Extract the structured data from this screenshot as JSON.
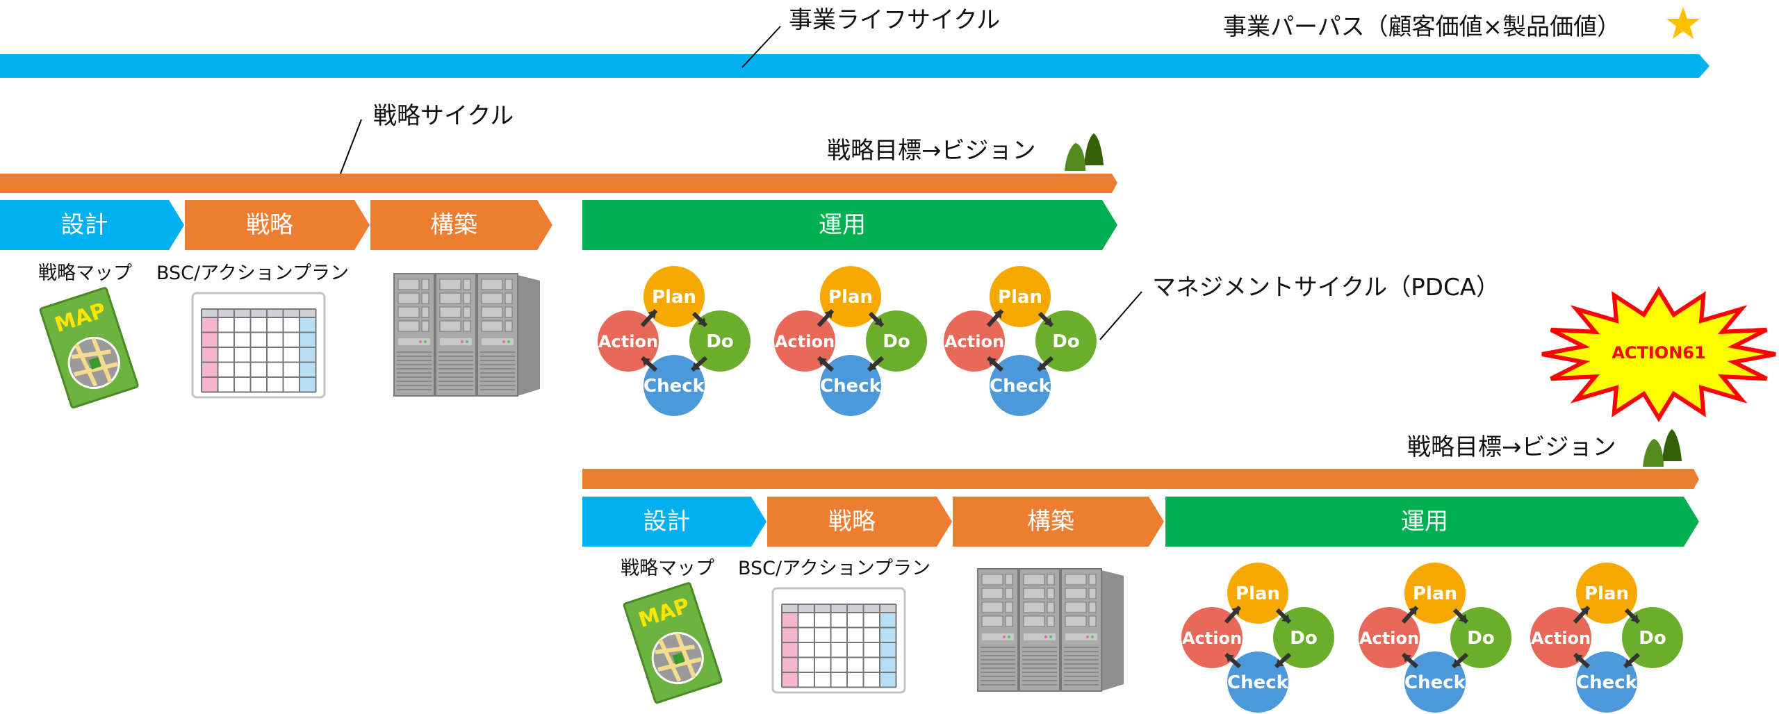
{
  "colors": {
    "lifecycle_blue": "#00B0F0",
    "strategy_orange": "#ED7D31",
    "operation_green": "#00B050",
    "star_gold": "#FFC000",
    "mountain_light": "#538B1E",
    "mountain_dark": "#336107",
    "burst_fill": "#FFFF00",
    "burst_stroke": "#FF0000",
    "pdca_plan": "#F5A800",
    "pdca_do": "#6AAE2C",
    "pdca_check": "#4C98D9",
    "pdca_action": "#E8695A"
  },
  "business_lifecycle": {
    "label": "事業ライフサイクル",
    "purpose_label": "事業パーパス（顧客価値×製品価値）",
    "star_icon": "star-icon"
  },
  "strategy_cycle": {
    "label": "戦略サイクル"
  },
  "management_cycle": {
    "label": "マネジメントサイクル（PDCA）"
  },
  "burst": {
    "text": "ACTION61"
  },
  "cycles": [
    {
      "vision_label": "戦略目標→ビジョン",
      "phases": [
        {
          "label": "設計",
          "color": "blue"
        },
        {
          "label": "戦略",
          "color": "orange"
        },
        {
          "label": "構築",
          "color": "orange"
        },
        {
          "label": "運用",
          "color": "green"
        }
      ],
      "artifacts": [
        {
          "label": "戦略マップ",
          "icon": "map-book-icon",
          "book_text": "MAP"
        },
        {
          "label": "BSC/アクションプラン",
          "icon": "table-sheet-icon"
        },
        {
          "label": "",
          "icon": "server-rack-icon"
        }
      ],
      "pdca_count": 3
    },
    {
      "vision_label": "戦略目標→ビジョン",
      "phases": [
        {
          "label": "設計",
          "color": "blue"
        },
        {
          "label": "戦略",
          "color": "orange"
        },
        {
          "label": "構築",
          "color": "orange"
        },
        {
          "label": "運用",
          "color": "green"
        }
      ],
      "artifacts": [
        {
          "label": "戦略マップ",
          "icon": "map-book-icon",
          "book_text": "MAP"
        },
        {
          "label": "BSC/アクションプラン",
          "icon": "table-sheet-icon"
        },
        {
          "label": "",
          "icon": "server-rack-icon"
        }
      ],
      "pdca_count": 3
    }
  ],
  "pdca": {
    "plan": "Plan",
    "do": "Do",
    "check": "Check",
    "action": "Action"
  }
}
